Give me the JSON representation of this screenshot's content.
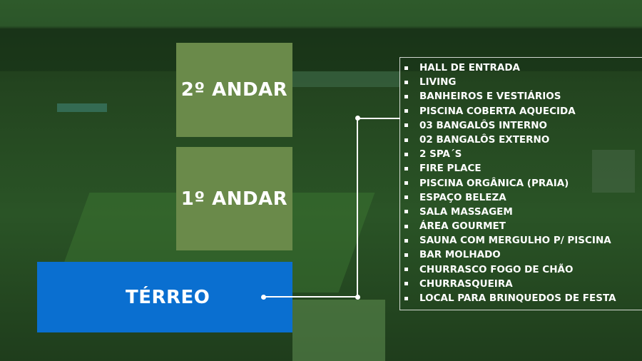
{
  "floors": [
    {
      "label": "2º ANDAR",
      "color": "#6a8a4a"
    },
    {
      "label": "1º ANDAR",
      "color": "#6a8a4a"
    },
    {
      "label": "TÉRREO",
      "color": "#0a6fd0"
    }
  ],
  "amenities": [
    "HALL DE ENTRADA",
    "LIVING",
    "BANHEIROS E VESTIÁRIOS",
    "PISCINA COBERTA AQUECIDA",
    "03 BANGALÔS INTERNO",
    "02 BANGALÔS EXTERNO",
    "2 SPA´S",
    "FIRE PLACE",
    "PISCINA ORGÂNICA (PRAIA)",
    "ESPAÇO BELEZA",
    "SALA MASSAGEM",
    "ÁREA GOURMET",
    "SAUNA COM MERGULHO P/ PISCINA",
    "BAR MOLHADO",
    "CHURRASCO FOGO DE CHÃO",
    "CHURRASQUEIRA",
    "LOCAL PARA BRINQUEDOS DE FESTA"
  ]
}
